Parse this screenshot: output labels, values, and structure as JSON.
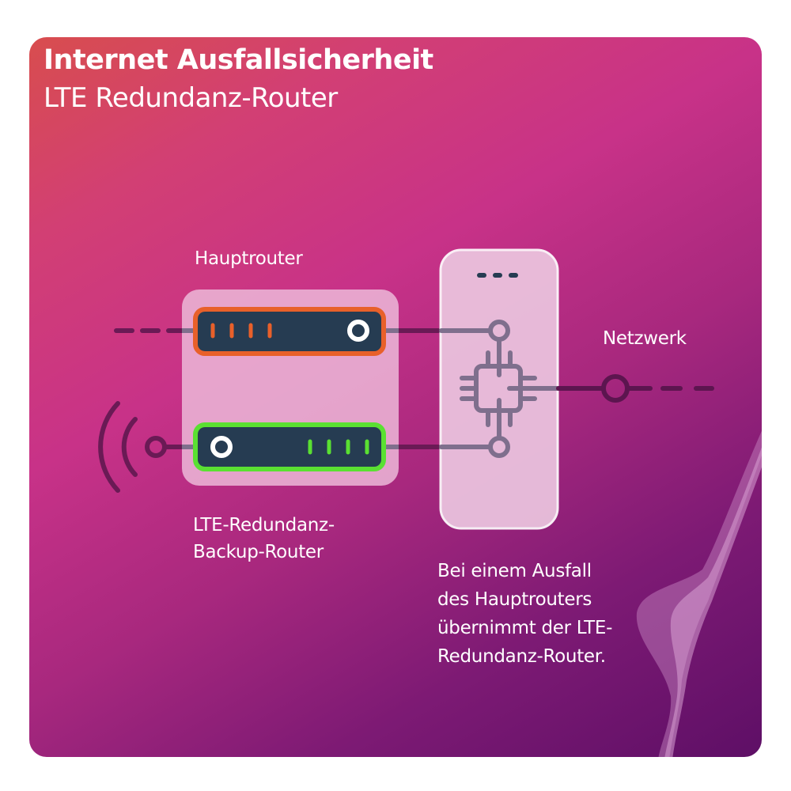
{
  "header": {
    "title": "Internet Ausfallsicherheit",
    "subtitle": "LTE Redundanz-Router"
  },
  "labels": {
    "main_router": "Hauptrouter",
    "backup_router_line1": "LTE-Redundanz-",
    "backup_router_line2": "Backup-Router",
    "network": "Netzwerk"
  },
  "description": {
    "lines": [
      "Bei einem Ausfall",
      "des Hauptrouters",
      "übernimmt der LTE-",
      "Redundanz-Router."
    ]
  },
  "icons": {
    "main_router": "router-device-icon",
    "backup_router": "router-device-icon",
    "switch": "switch-device-icon",
    "chip": "chip-icon",
    "antenna": "wireless-signal-icon",
    "network_node": "network-node-icon"
  },
  "colors": {
    "main_router_border": "#e8602a",
    "main_router_leds": "#e8602a",
    "backup_router_border": "#5ae032",
    "backup_router_leds": "#5ae032",
    "router_body": "#263c52",
    "router_panel": "#e8b2d2",
    "switch_body": "#e6c0dc",
    "switch_border": "#ffffff",
    "wire": "#6a1a55",
    "wire_inside": "#7f6f8d",
    "switch_dots": "#263c52"
  }
}
